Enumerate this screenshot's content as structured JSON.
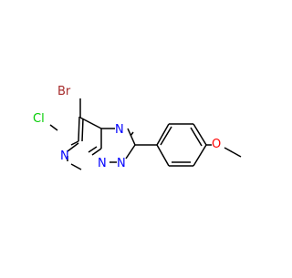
{
  "molecule": {
    "atoms": {
      "br": "Br",
      "cl": "Cl",
      "n_pyrimidine": "N",
      "n_imine": "N",
      "n_bridge": "N",
      "n_triazole": "N",
      "o_methoxy": "O"
    }
  },
  "colors": {
    "bond": "#000000",
    "nitrogen": "#0000ff",
    "chlorine": "#00cc00",
    "bromine": "#a52a2a",
    "oxygen": "#ff0000"
  }
}
